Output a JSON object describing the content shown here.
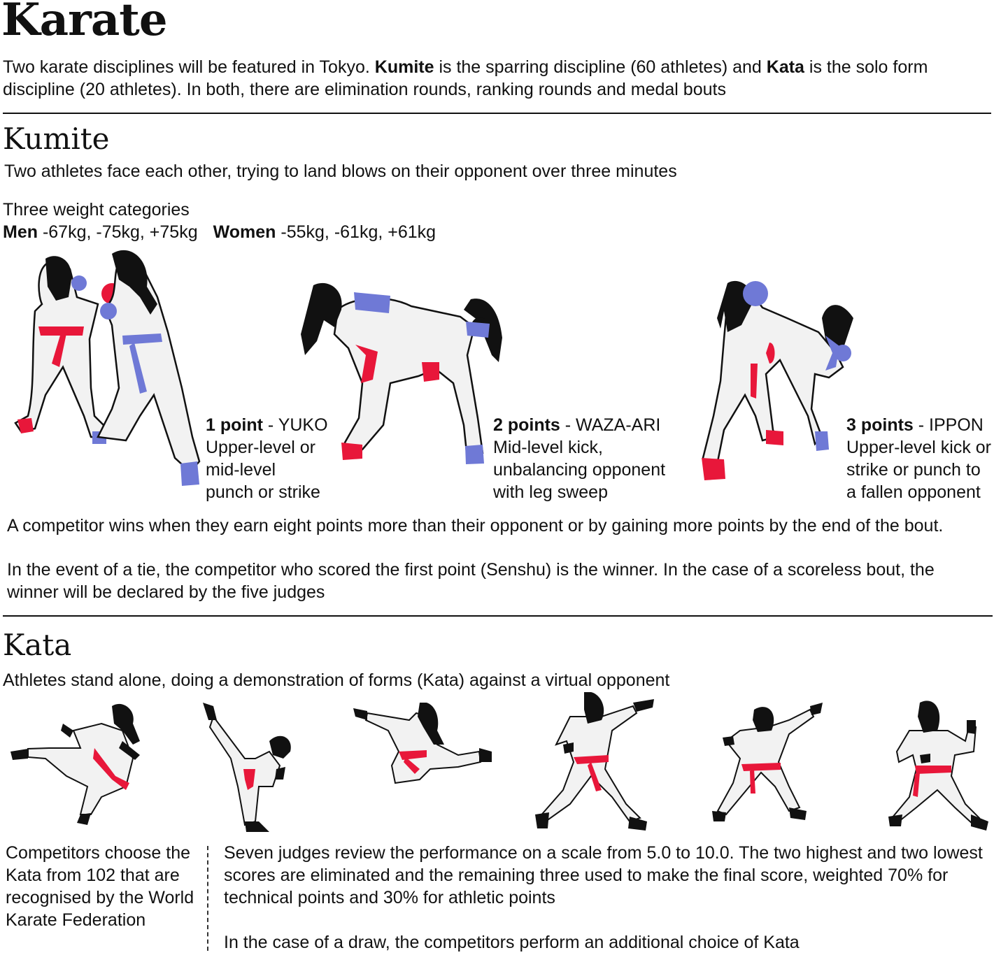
{
  "title": "Karate",
  "intro": {
    "t1": "Two karate disciplines will be featured in Tokyo. ",
    "b1": "Kumite",
    "t2": " is the sparring discipline (60 athletes) and ",
    "b2": "Kata",
    "t3": " is the solo form discipline (20 athletes). In both, there are elimination rounds, ranking rounds and medal bouts"
  },
  "kumite": {
    "heading": "Kumite",
    "desc": "Two athletes face each other, trying to land blows on their opponent over three minutes",
    "weights_label": "Three weight categories",
    "men_label": "Men",
    "men_values": " -67kg, -75kg, +75kg",
    "women_label": "Women",
    "women_values": " -55kg, -61kg, +61kg",
    "scores": [
      {
        "points": "1 point",
        "name": " - YUKO",
        "desc": "Upper-level or mid-level punch or strike"
      },
      {
        "points": "2 points",
        "name": " - WAZA-ARI",
        "desc": "Mid-level kick, unbalancing opponent with leg sweep"
      },
      {
        "points": "3 points",
        "name": " - IPPON",
        "desc": "Upper-level kick or strike or punch to a fallen opponent"
      }
    ],
    "win_rule": "A competitor wins when they earn eight points more than their opponent or by gaining more points by the end of the bout.",
    "tie_rule": "In the event of a tie, the competitor who scored the first point (Senshu) is the winner. In the case of a scoreless bout, the winner will be declared by the five judges"
  },
  "kata": {
    "heading": "Kata",
    "desc": "Athletes stand alone, doing a demonstration of forms (Kata) against a virtual opponent",
    "choose": "Competitors choose the Kata from 102 that are recognised by the World Karate Federation",
    "judges": "Seven judges review the performance on a scale from 5.0 to 10.0. The two highest and two lowest scores are eliminated and the remaining three used to make the final score, weighted 70% for technical points and 30% for athletic points",
    "draw": "In the case of a draw, the competitors perform an additional choice of Kata"
  },
  "colors": {
    "red": "#e8173a",
    "blue": "#6f79d6",
    "gi": "#f2f2f2",
    "ink": "#111111"
  }
}
